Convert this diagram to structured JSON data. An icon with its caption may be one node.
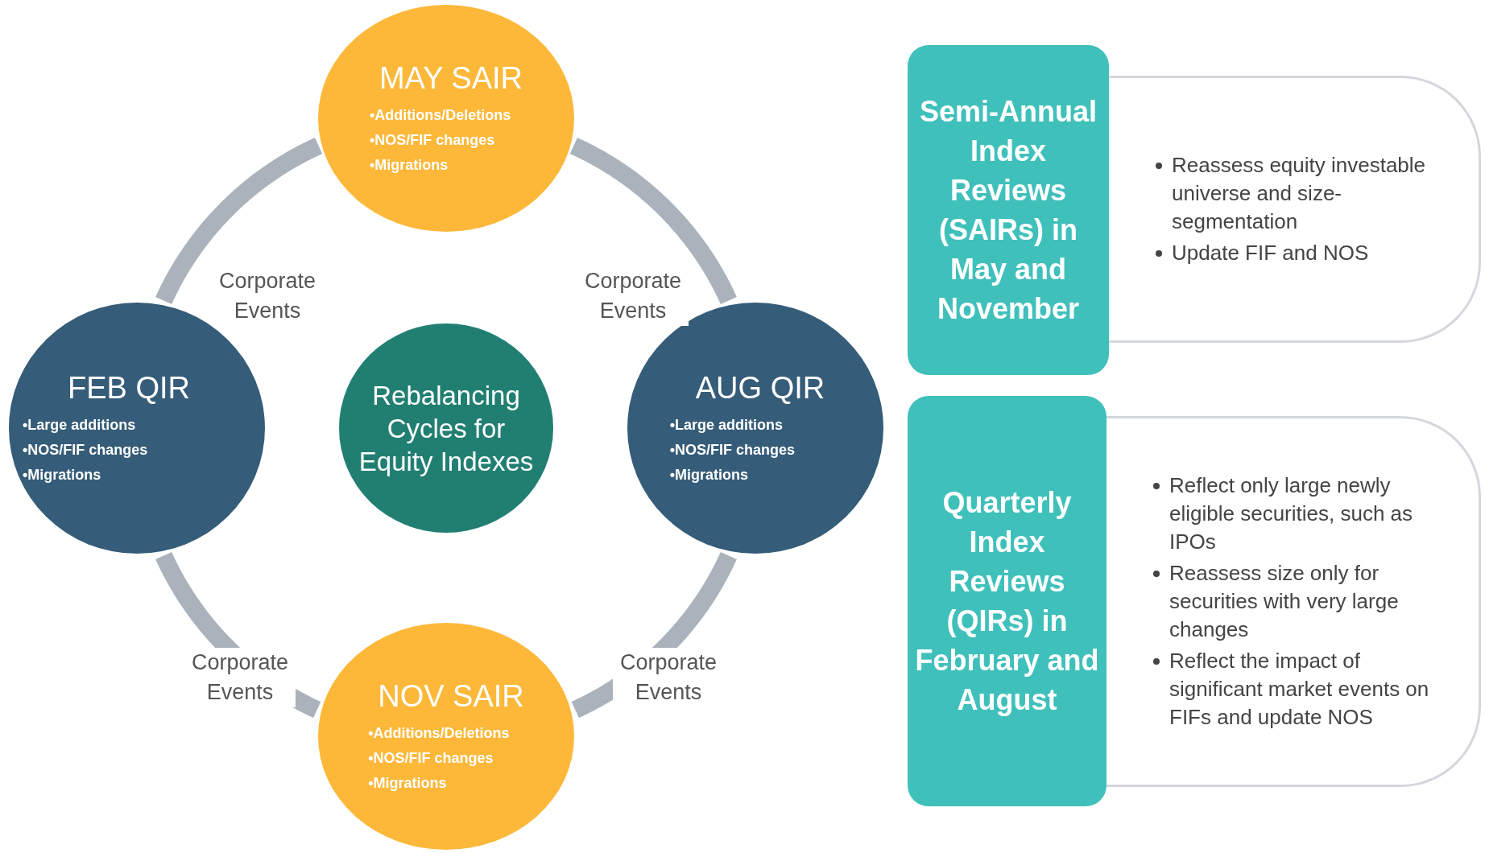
{
  "diagram": {
    "nodes": [
      {
        "text": [
          "MAY SAIR",
          "•Additions/Deletions",
          "•NOS/FIF changes",
          "•Migrations"
        ]
      },
      {
        "text": [
          "FEB QIR",
          "•Large additions",
          "•NOS/FIF changes",
          "•Migrations"
        ]
      },
      {
        "text": [
          "Rebalancing Cycles for Equity Indexes"
        ]
      },
      {
        "text": [
          "AUG QIR",
          "•Large additions",
          "•NOS/FIF changes",
          "•Migrations"
        ]
      },
      {
        "text": [
          "NOV SAIR",
          "•Additions/Deletions",
          "•NOS/FIF changes",
          "•Migrations"
        ]
      },
      {
        "text": [
          "Semi-Annual Index Reviews (SAIRs) in May and November"
        ]
      },
      {
        "text": [
          "Reassess equity investable universe and size-segmentation",
          "Update FIF and NOS"
        ]
      },
      {
        "text": [
          "Quarterly Index Reviews (QIRs) in February and August"
        ]
      },
      {
        "text": [
          "Reflect only large newly eligible securities, such as IPOs",
          "Reassess size only for securities with very large changes",
          "Reflect the impact of significant market events on FIFs and update NOS"
        ]
      }
    ],
    "edges": [
      {
        "from": 1,
        "to": 0,
        "arrow": "none",
        "label": "Corporate Events"
      },
      {
        "from": 0,
        "to": 3,
        "arrow": "none",
        "label": "Corporate Events"
      },
      {
        "from": 1,
        "to": 4,
        "arrow": "none",
        "label": "Corporate Events"
      },
      {
        "from": 4,
        "to": 3,
        "arrow": "none",
        "label": "Corporate Events"
      }
    ]
  }
}
